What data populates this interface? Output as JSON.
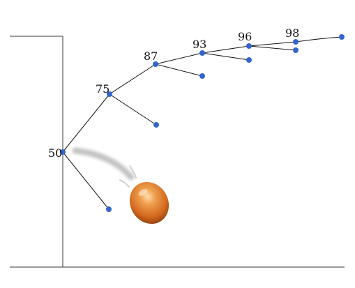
{
  "diagram": {
    "labels": [
      "50",
      "75",
      "87",
      "93",
      "96",
      "98"
    ],
    "main_path_labeled_nodes": 6,
    "branch_count": 5,
    "colors": {
      "line": "#111111",
      "node": "#3366cc",
      "wall": "#333333",
      "egg_base": "#d2691e",
      "egg_highlight": "#ffcc88",
      "egg_shadow": "#7a2e08",
      "motion_trail": "#c0c0c0"
    },
    "icons": [
      "egg-icon",
      "motion-trail-icon"
    ]
  }
}
